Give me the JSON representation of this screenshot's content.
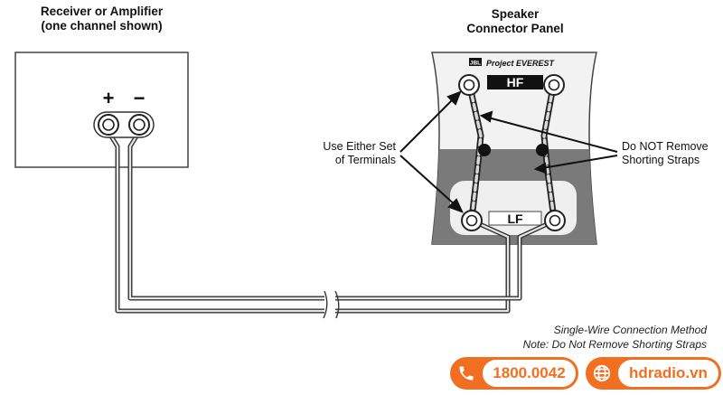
{
  "receiver": {
    "title_line1": "Receiver or Amplifier",
    "title_line2": "(one channel shown)",
    "plus": "+",
    "minus": "−"
  },
  "speaker": {
    "title_line1": "Speaker",
    "title_line2": "Connector Panel",
    "brand": "JBL",
    "model": "Project EVEREST",
    "hf_label": "HF",
    "lf_label": "LF"
  },
  "annotations": {
    "either_line1": "Use Either Set",
    "either_line2": "of Terminals",
    "straps_line1": "Do NOT Remove",
    "straps_line2": "Shorting Straps"
  },
  "caption": {
    "line1": "Single-Wire Connection Method",
    "line2": "Note: Do Not Remove Shorting Straps"
  },
  "contact": {
    "phone": "1800.0042",
    "website": "hdradio.vn",
    "phone_icon": "phone-icon",
    "web_icon": "globe-icon",
    "accent": "#f26f21"
  },
  "colors": {
    "panel_dark": "#7a7a7a",
    "panel_light": "#f2f2f2",
    "wire_outline": "#333333",
    "wire_fill": "#e6e6e6"
  }
}
